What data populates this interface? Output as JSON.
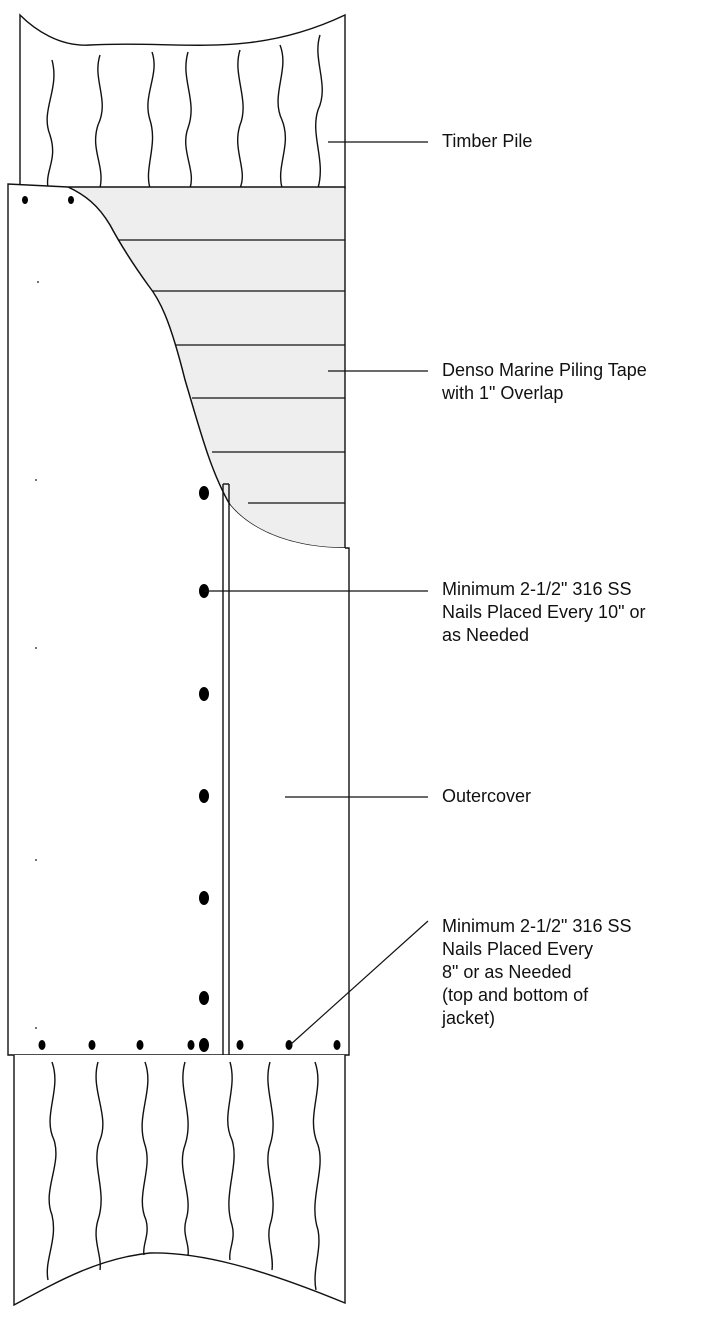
{
  "callouts": {
    "timber_pile": {
      "lines": [
        "Timber Pile"
      ]
    },
    "tape": {
      "lines": [
        "Denso Marine Piling Tape",
        "with 1\" Overlap"
      ]
    },
    "nails_10": {
      "lines": [
        "Minimum 2-1/2\" 316 SS",
        "Nails Placed Every 10\" or",
        "as Needed"
      ]
    },
    "outercover": {
      "lines": [
        "Outercover"
      ]
    },
    "nails_8": {
      "lines": [
        "Minimum 2-1/2\" 316 SS",
        "Nails Placed Every",
        "8\" or as Needed",
        "(top and bottom of",
        "jacket)"
      ]
    }
  },
  "colors": {
    "stroke": "#111111",
    "tape_fill": "#eeeeee",
    "nail": "#000000"
  }
}
